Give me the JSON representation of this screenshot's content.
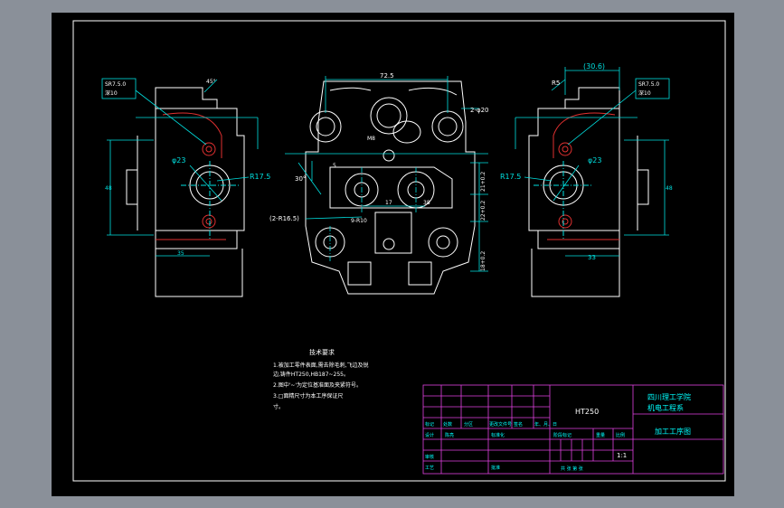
{
  "colors": {
    "bg_outer": "#8a9099",
    "bg_sheet": "#000000",
    "line": "#ffffff",
    "dim": "#00e0e0",
    "red": "#e03030",
    "title_table": "#e040e0",
    "title_text": "#00ffff"
  },
  "views": {
    "left": {
      "callout_line1": "SR7.5.0",
      "callout_line2": "深10",
      "angle": "45°",
      "dia_label": "φ23",
      "radius_label": "R17.5",
      "bottom_dim": "35",
      "side_dim": "48"
    },
    "center": {
      "top_dim": "72.5",
      "holes_label": "2-φ20",
      "radius_label": "(2-R16.5)",
      "slot_label": "9-R10",
      "thread_label": "M8",
      "angle_label": "30°",
      "dim_a": "5",
      "dim_b": "17",
      "dim_c": "38",
      "right_dim_1": "21+0.2",
      "right_dim_2": "22+0.2",
      "right_dim_3": "18+0.2"
    },
    "right": {
      "top_dim": "(30.6)",
      "chamfer": "R5",
      "callout_line1": "SR7.5.0",
      "callout_line2": "深10",
      "dia_label": "φ23",
      "radius_label": "R17.5",
      "bottom_dim": "33",
      "side_dim": "48"
    }
  },
  "notes": {
    "title": "技术要求",
    "line1": "1.被加工零件表面,需去除毛刺,飞边及锐",
    "line2": "边,铸件HT250,HB187~255。",
    "line3": "2.图中'~'为定位基准面及夹紧符号。",
    "line4": "3.□面精尺寸为本工序保证尺",
    "line5": "寸。"
  },
  "title_block": {
    "material": "HT250",
    "school": "四川理工学院",
    "department": "机电工程系",
    "drawing_title": "加工工序图",
    "row_labels": [
      "标记",
      "处数",
      "分区",
      "更改文件号",
      "签名",
      "年、月、日"
    ],
    "design_label": "设计",
    "design_name": "陈亮",
    "standard_label": "标准化",
    "review_label": "审核",
    "process_label": "工艺",
    "approve_label": "批准",
    "stage_headers": [
      "阶段标记",
      "重量",
      "比例"
    ],
    "scale": "1:1",
    "sheets": "共 张 第 张"
  }
}
